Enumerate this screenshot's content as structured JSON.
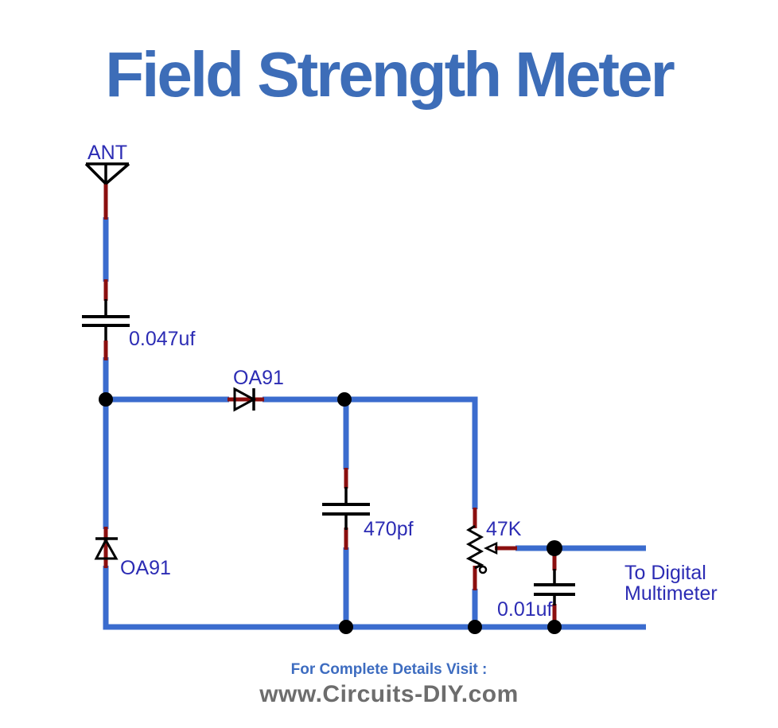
{
  "title": "Field Strength Meter",
  "colors": {
    "title": "#3d6db8",
    "wire": "#3b6cce",
    "lead": "#8b0f0f",
    "symbol": "#000000",
    "label": "#2c2cb4",
    "footer_heading": "#3d6cc0",
    "footer_url": "#6d6d6d",
    "background": "#ffffff"
  },
  "circuit": {
    "antenna": {
      "label": "ANT"
    },
    "input_capacitor": {
      "label": "0.047uf"
    },
    "series_diode": {
      "label": "OA91"
    },
    "shunt_diode": {
      "label": "OA91"
    },
    "filter_capacitor": {
      "label": "470pf"
    },
    "potentiometer": {
      "label": "47K"
    },
    "output_capacitor": {
      "label": "0.01uf"
    },
    "output": {
      "line1": "To Digital",
      "line2": "Multimeter"
    }
  },
  "footer": {
    "heading": "For Complete Details Visit :",
    "url": "www.Circuits-DIY.com"
  }
}
